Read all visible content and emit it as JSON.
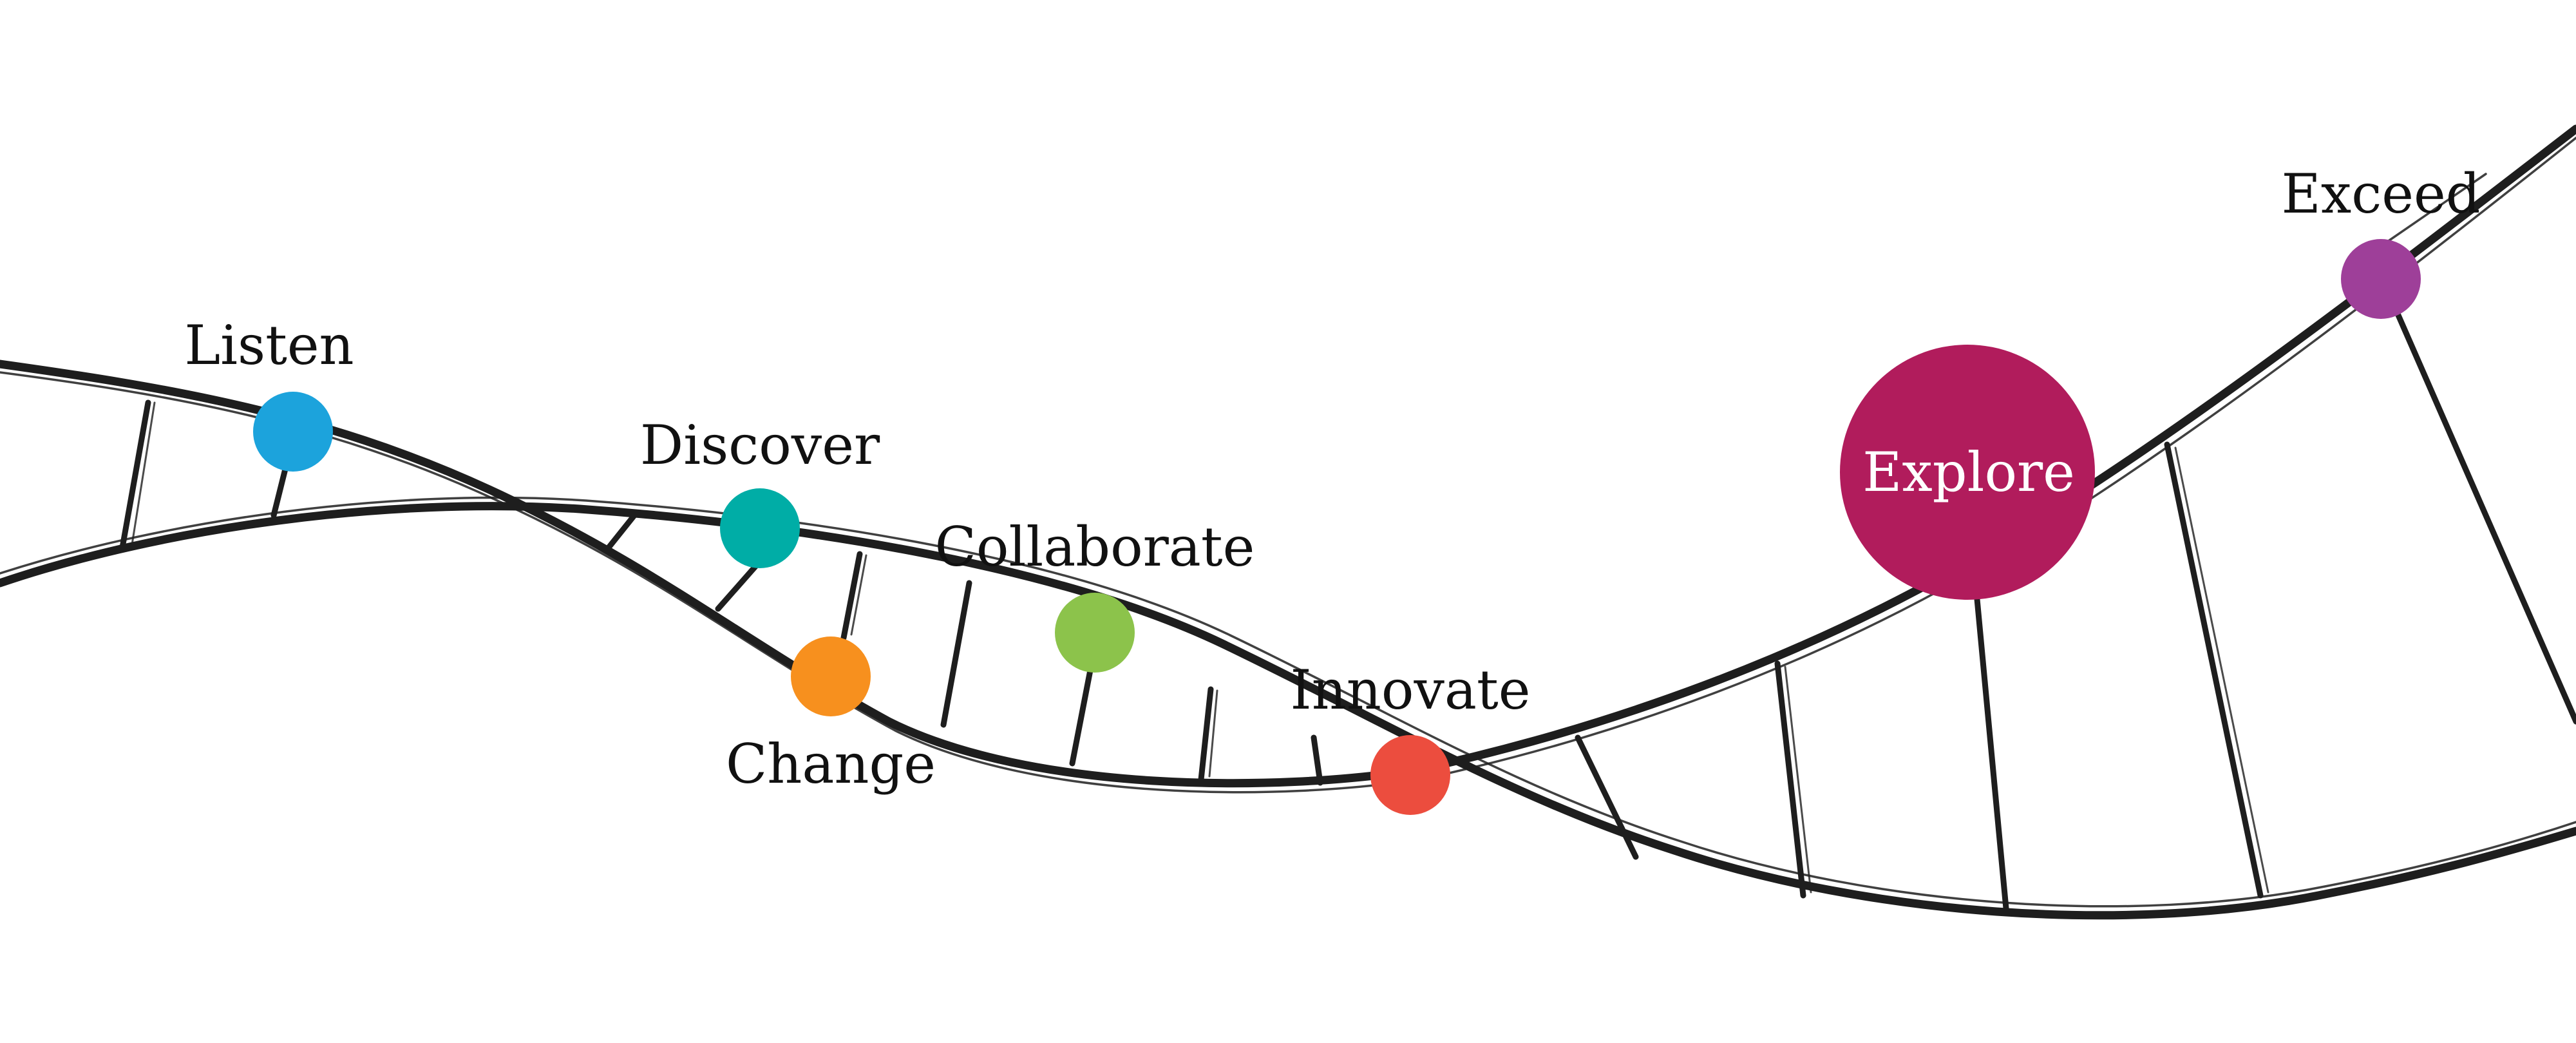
{
  "steps": [
    {
      "label": "Listen",
      "color": "#1ca3dc"
    },
    {
      "label": "Discover",
      "color": "#00ada6"
    },
    {
      "label": "Change",
      "color": "#f7901e"
    },
    {
      "label": "Collaborate",
      "color": "#8cc34b"
    },
    {
      "label": "Innovate",
      "color": "#ec4d3e"
    },
    {
      "label": "Explore",
      "color": "#b11c5c"
    },
    {
      "label": "Exceed",
      "color": "#9e3f99"
    }
  ]
}
